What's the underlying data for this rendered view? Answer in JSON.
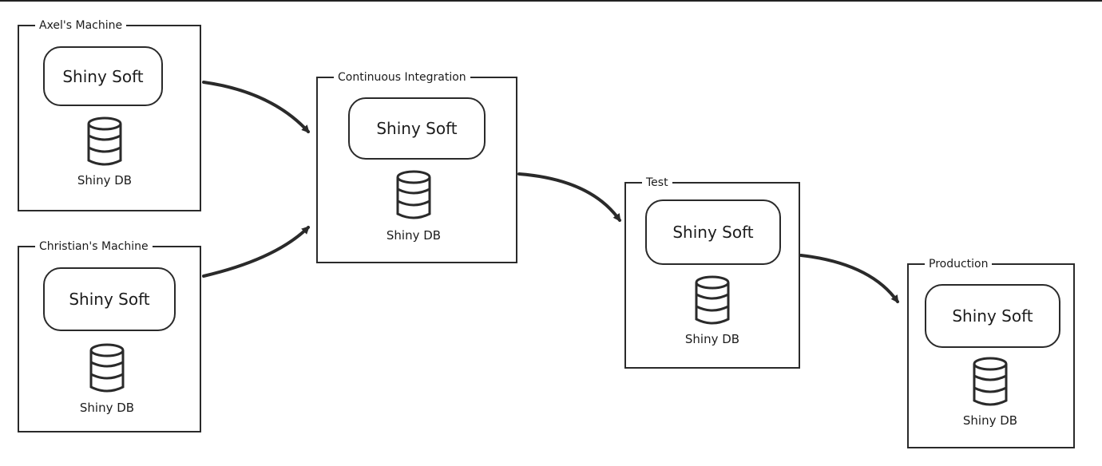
{
  "environments": [
    {
      "id": "axel",
      "title": "Axel's Machine",
      "app_label": "Shiny Soft",
      "db_label": "Shiny DB"
    },
    {
      "id": "christian",
      "title": "Christian's Machine",
      "app_label": "Shiny Soft",
      "db_label": "Shiny DB"
    },
    {
      "id": "ci",
      "title": "Continuous Integration",
      "app_label": "Shiny Soft",
      "db_label": "Shiny DB"
    },
    {
      "id": "test",
      "title": "Test",
      "app_label": "Shiny Soft",
      "db_label": "Shiny DB"
    },
    {
      "id": "production",
      "title": "Production",
      "app_label": "Shiny Soft",
      "db_label": "Shiny DB"
    }
  ],
  "connections": [
    {
      "from": "axel",
      "to": "ci"
    },
    {
      "from": "christian",
      "to": "ci"
    },
    {
      "from": "ci",
      "to": "test"
    },
    {
      "from": "test",
      "to": "production"
    }
  ],
  "icons": {
    "database": "database-icon",
    "arrow": "arrow-icon"
  },
  "colors": {
    "stroke": "#2a2a2a",
    "text": "#1c1c1c",
    "background": "#ffffff"
  }
}
